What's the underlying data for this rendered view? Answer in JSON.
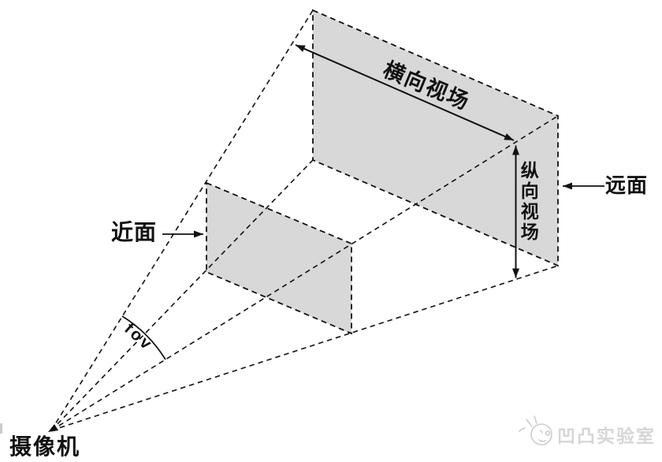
{
  "diagram": {
    "labels": {
      "camera": "摄像机",
      "near_plane": "近面",
      "far_plane": "远面",
      "horizontal_fov": "横向视场",
      "vertical_fov": "纵向视场",
      "fov_angle": "fov"
    },
    "colors": {
      "plane_fill": "#d8d8d8",
      "line": "#111111",
      "watermark": "#d6d6d6"
    }
  },
  "watermark": {
    "text": "凹凸实验室"
  }
}
